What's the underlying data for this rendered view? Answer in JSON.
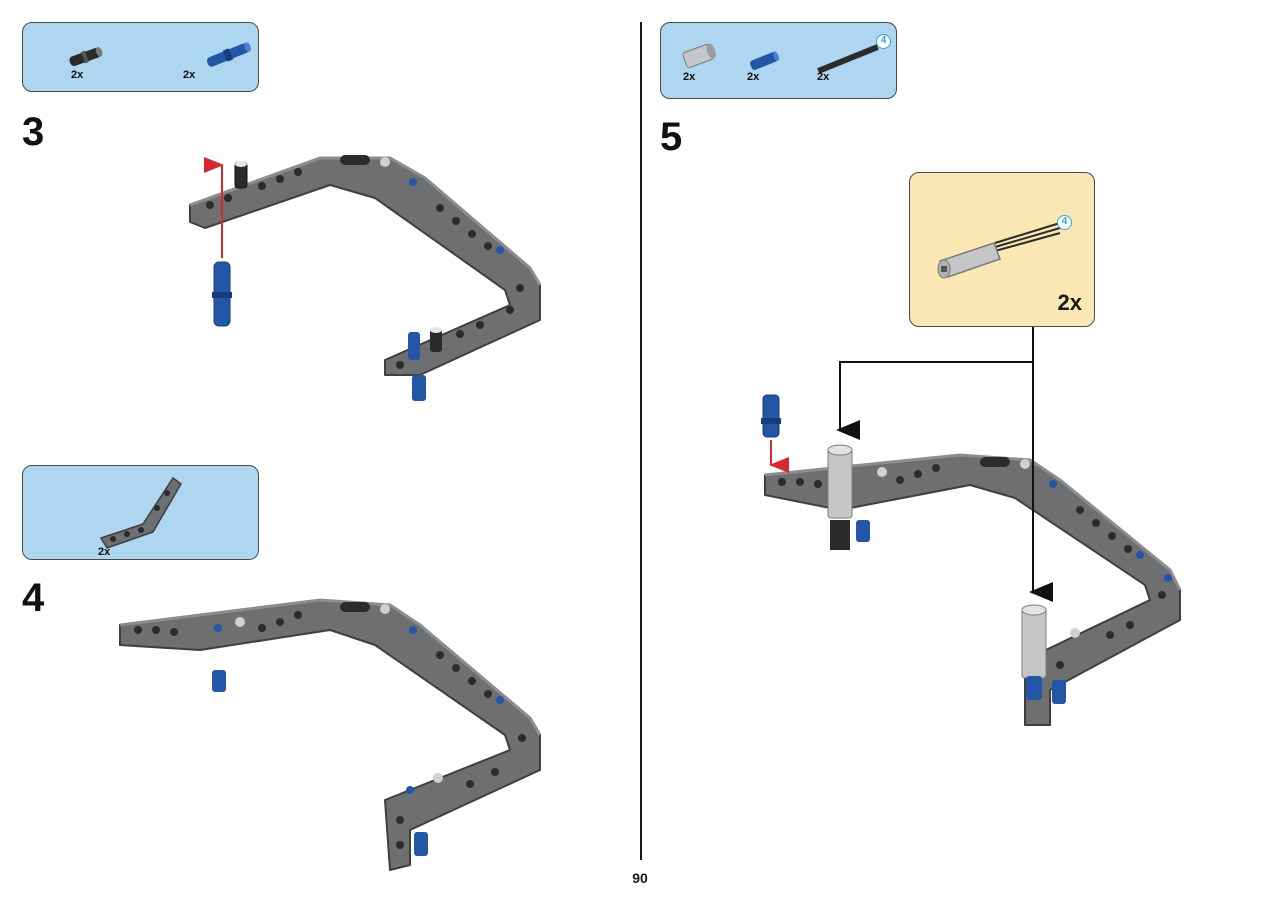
{
  "page": {
    "number": "90"
  },
  "steps": [
    {
      "number": "3",
      "parts": [
        {
          "name": "black-friction-pin",
          "qty": "2x"
        },
        {
          "name": "blue-axle-pin",
          "qty": "2x"
        }
      ]
    },
    {
      "number": "4",
      "parts": [
        {
          "name": "angled-beam",
          "qty": "2x"
        }
      ]
    },
    {
      "number": "5",
      "parts": [
        {
          "name": "light-gray-axle-connector",
          "qty": "2x"
        },
        {
          "name": "blue-axle-pin",
          "qty": "2x"
        },
        {
          "name": "black-axle-4",
          "qty": "2x",
          "length": "4"
        }
      ],
      "subassembly": {
        "qty": "2x",
        "length": "4"
      }
    }
  ],
  "colors": {
    "parts_box": "#aed6f1",
    "subassembly_box": "#fbe7b4",
    "beam_gray": "#6d6f71",
    "pin_blue": "#2456a6",
    "arrow_red": "#d7282e",
    "length_badge": "#2aa6d6"
  }
}
